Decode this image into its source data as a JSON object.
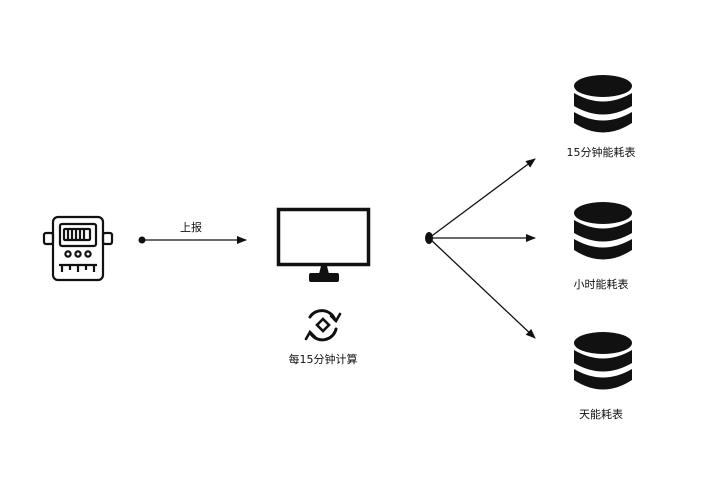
{
  "diagram": {
    "source": {
      "label": "",
      "icon": "electric-meter-icon"
    },
    "edge_report": {
      "label": "上报"
    },
    "compute": {
      "icon": "monitor-icon",
      "sync_icon": "sync-cycle-icon",
      "label": "每15分钟计算"
    },
    "targets": [
      {
        "label": "15分钟能耗表",
        "icon": "database-icon"
      },
      {
        "label": "小时能耗表",
        "icon": "database-icon"
      },
      {
        "label": "天能耗表",
        "icon": "database-icon"
      }
    ],
    "colors": {
      "ink": "#111111",
      "background": "#ffffff"
    }
  }
}
